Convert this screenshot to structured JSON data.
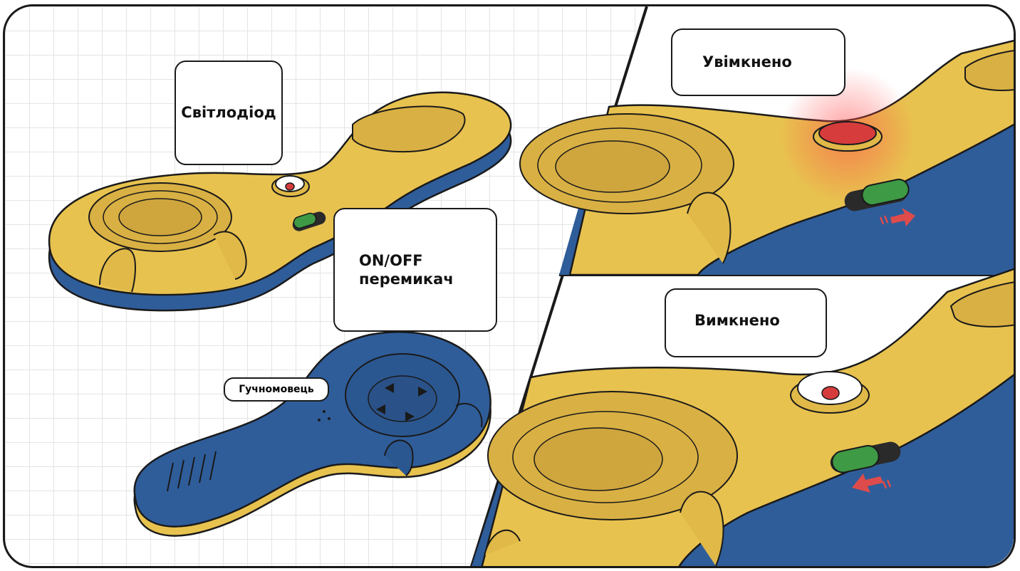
{
  "labels": {
    "led": "Світлодіод",
    "switch_line1": "ON/OFF",
    "switch_line2": "перемикач",
    "speaker": "Гучномовець",
    "on": "Увімкнено",
    "off": "Вимкнено"
  },
  "colors": {
    "body_yellow": "#e8c24f",
    "body_blue": "#2f5d9a",
    "led_red": "#d63c3c",
    "switch_green": "#3e9a45",
    "arrow_red": "#dd4b4b",
    "outline": "#1a1a1a",
    "grid": "#e4e4e4"
  },
  "icons": [
    "led-icon",
    "switch-icon",
    "speaker-icon",
    "arrow-right-icon",
    "arrow-left-icon"
  ]
}
